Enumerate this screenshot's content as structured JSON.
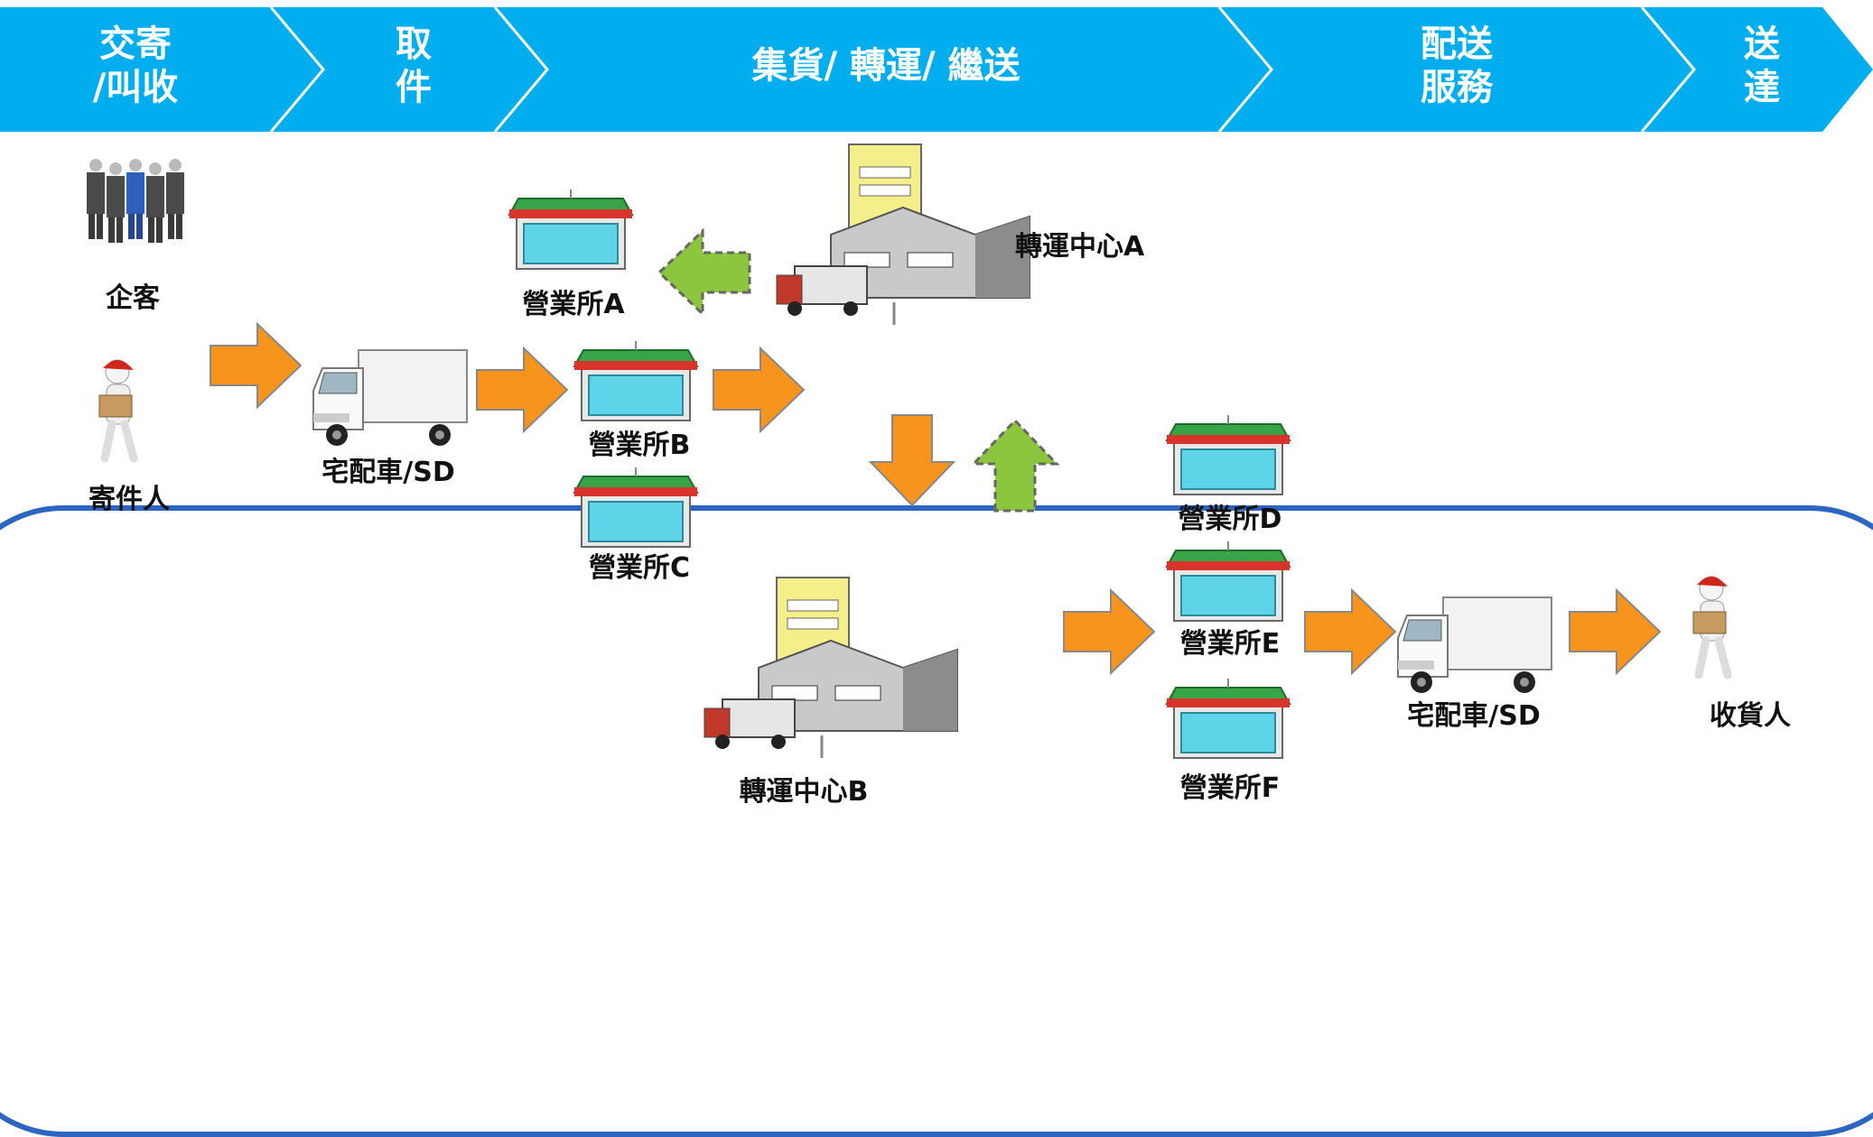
{
  "header": {
    "stages": [
      {
        "label": "交寄\n/叫收"
      },
      {
        "label": "取\n件"
      },
      {
        "label": "集貨/ 轉運/ 繼送"
      },
      {
        "label": "配送\n服務"
      },
      {
        "label": "送\n達"
      }
    ],
    "color": "#00aeef"
  },
  "nodes": {
    "enterprise": "企客",
    "sender": "寄件人",
    "truck_pickup": "宅配車/SD",
    "office_a": "營業所A",
    "office_b": "營業所B",
    "office_c": "營業所C",
    "hub_a": "轉運中心A",
    "hub_b": "轉運中心B",
    "office_d": "營業所D",
    "office_e": "營業所E",
    "office_f": "營業所F",
    "truck_delivery": "宅配車/SD",
    "receiver": "收貨人"
  },
  "colors": {
    "flow_arrow": "#f7941d",
    "return_arrow": "#8cc63f",
    "frame": "#2c66c0"
  }
}
